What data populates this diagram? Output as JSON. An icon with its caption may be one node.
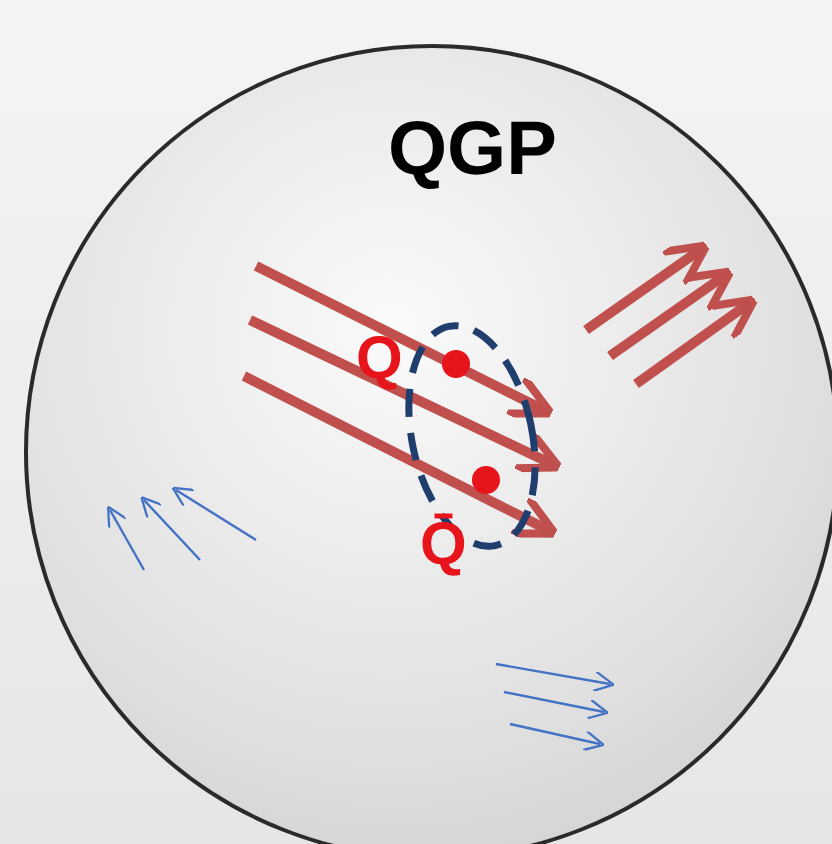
{
  "diagram": {
    "nodes": [
      {
        "text": [
          "QGP"
        ]
      }
    ],
    "labels": [
      "Q",
      "Q̄"
    ]
  }
}
